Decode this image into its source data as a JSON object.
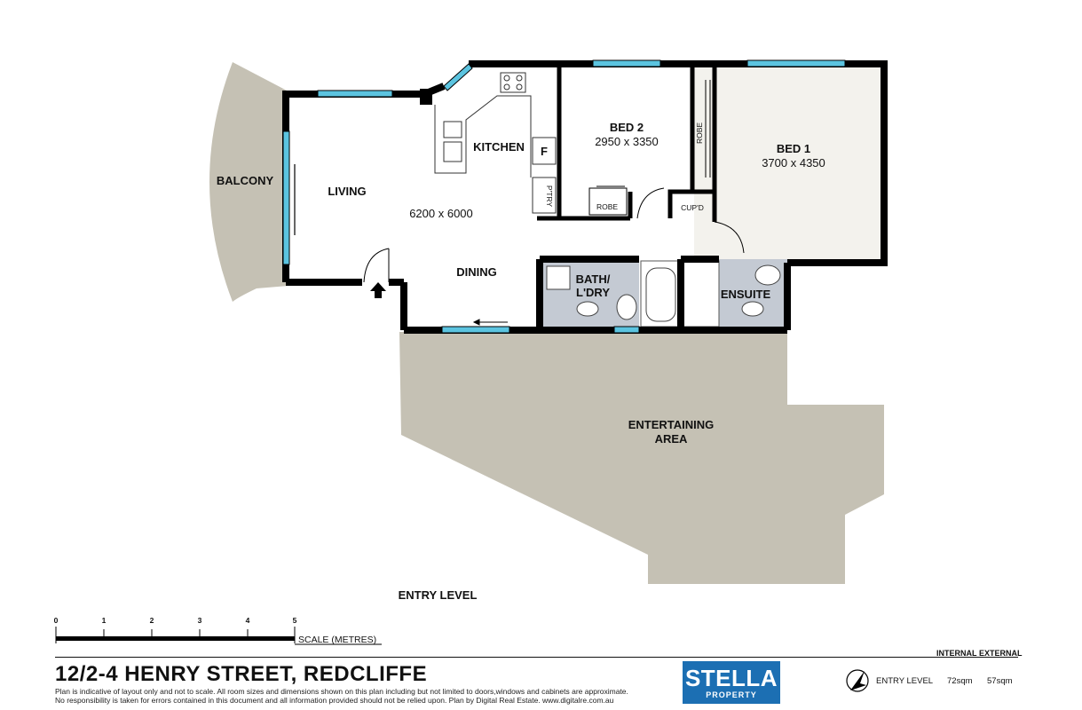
{
  "rooms": {
    "balcony": "BALCONY",
    "living": "LIVING",
    "living_dims": "6200 x 6000",
    "kitchen": "KITCHEN",
    "fridge": "F",
    "pantry": "P'TRY",
    "dining": "DINING",
    "bed2": "BED 2",
    "bed2_dims": "2950 x 3350",
    "robe_bed2": "ROBE",
    "robe_bed1": "ROBE",
    "cupd": "CUP'D",
    "bed1": "BED 1",
    "bed1_dims": "3700 x 4350",
    "bath_line1": "BATH/",
    "bath_line2": "L'DRY",
    "ensuite": "ENSUITE",
    "entertaining_line1": "ENTERTAINING",
    "entertaining_line2": "AREA"
  },
  "level_label": "ENTRY LEVEL",
  "scale": {
    "ticks": [
      "0",
      "1",
      "2",
      "3",
      "4",
      "5"
    ],
    "label": "SCALE (METRES)"
  },
  "footer": {
    "address": "12/2-4 HENRY STREET, REDCLIFFE",
    "disclaimer_line1": "Plan is indicative  of layout only and not to scale. All room sizes and dimensions shown on this plan including but not limited to doors,windows and cabinets are approximate.",
    "disclaimer_line2": "No responsibility  is taken for errors contained in this document and all information provided should not be relied upon. Plan by Digital Real Estate. www.digitalre.com.au",
    "brand_name": "STELLA",
    "brand_sub": "PROPERTY",
    "internal_heading": "INTERNAL",
    "external_heading": "EXTERNAL",
    "legend_level": "ENTRY LEVEL",
    "internal_area": "72sqm",
    "external_area": "57sqm"
  },
  "colors": {
    "wall": "#000000",
    "window": "#5bc4e0",
    "outdoor": "#c5c1b4",
    "floor": "#ffffff",
    "wet_area": "#c4cad3",
    "bed1_floor": "#f3f2ed",
    "brand": "#1c6fb3"
  },
  "icons": {
    "compass": "north-arrow-icon",
    "entry": "entry-arrow-icon"
  }
}
